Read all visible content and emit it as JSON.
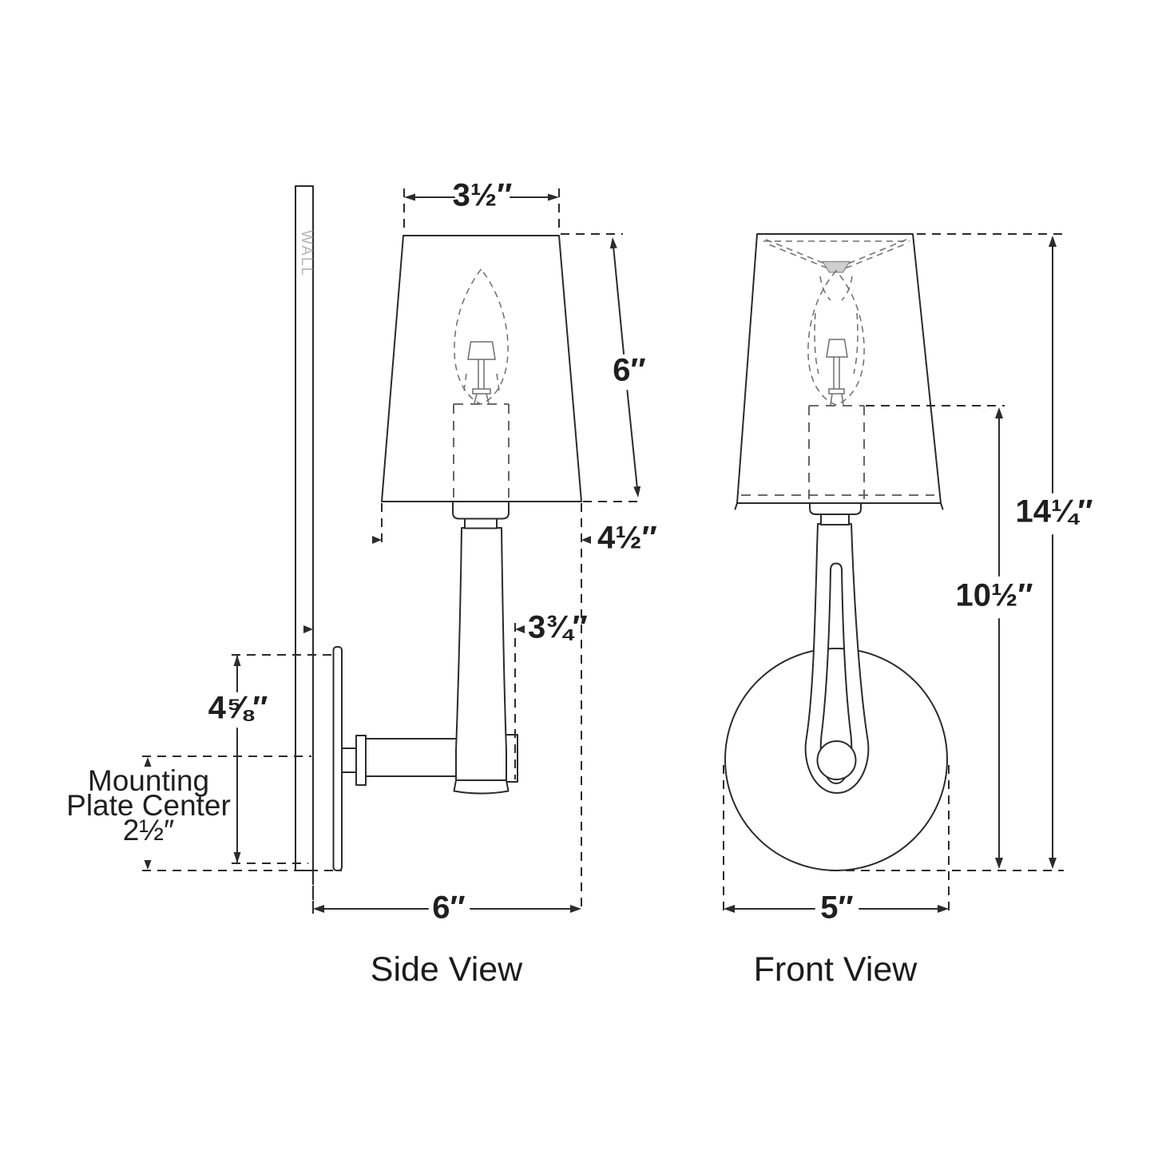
{
  "diagram": {
    "side_view": {
      "caption": "Side View",
      "wall_label": "WALL",
      "dims": {
        "shade_top_width": "3½″",
        "shade_slant_height": "6″",
        "shade_bottom_depth": "4½″",
        "backplate_to_front": "3¾″",
        "plate_height": "4⅝″",
        "mounting_plate_center_line1": "Mounting",
        "mounting_plate_center_line2": "Plate Center",
        "mounting_plate_center_value": "2½″",
        "wall_projection": "6″"
      }
    },
    "front_view": {
      "caption": "Front View",
      "dims": {
        "overall_height": "14¼″",
        "backplate_center_height": "10½″",
        "backplate_diameter": "5″"
      }
    },
    "colors": {
      "line": "#2b2b2b",
      "detail": "#6e6e6e",
      "hatch": "#9a9a9a",
      "wall_text": "#b5b5b5",
      "hub_fill": "#cfcfcf",
      "background": "#ffffff"
    }
  }
}
